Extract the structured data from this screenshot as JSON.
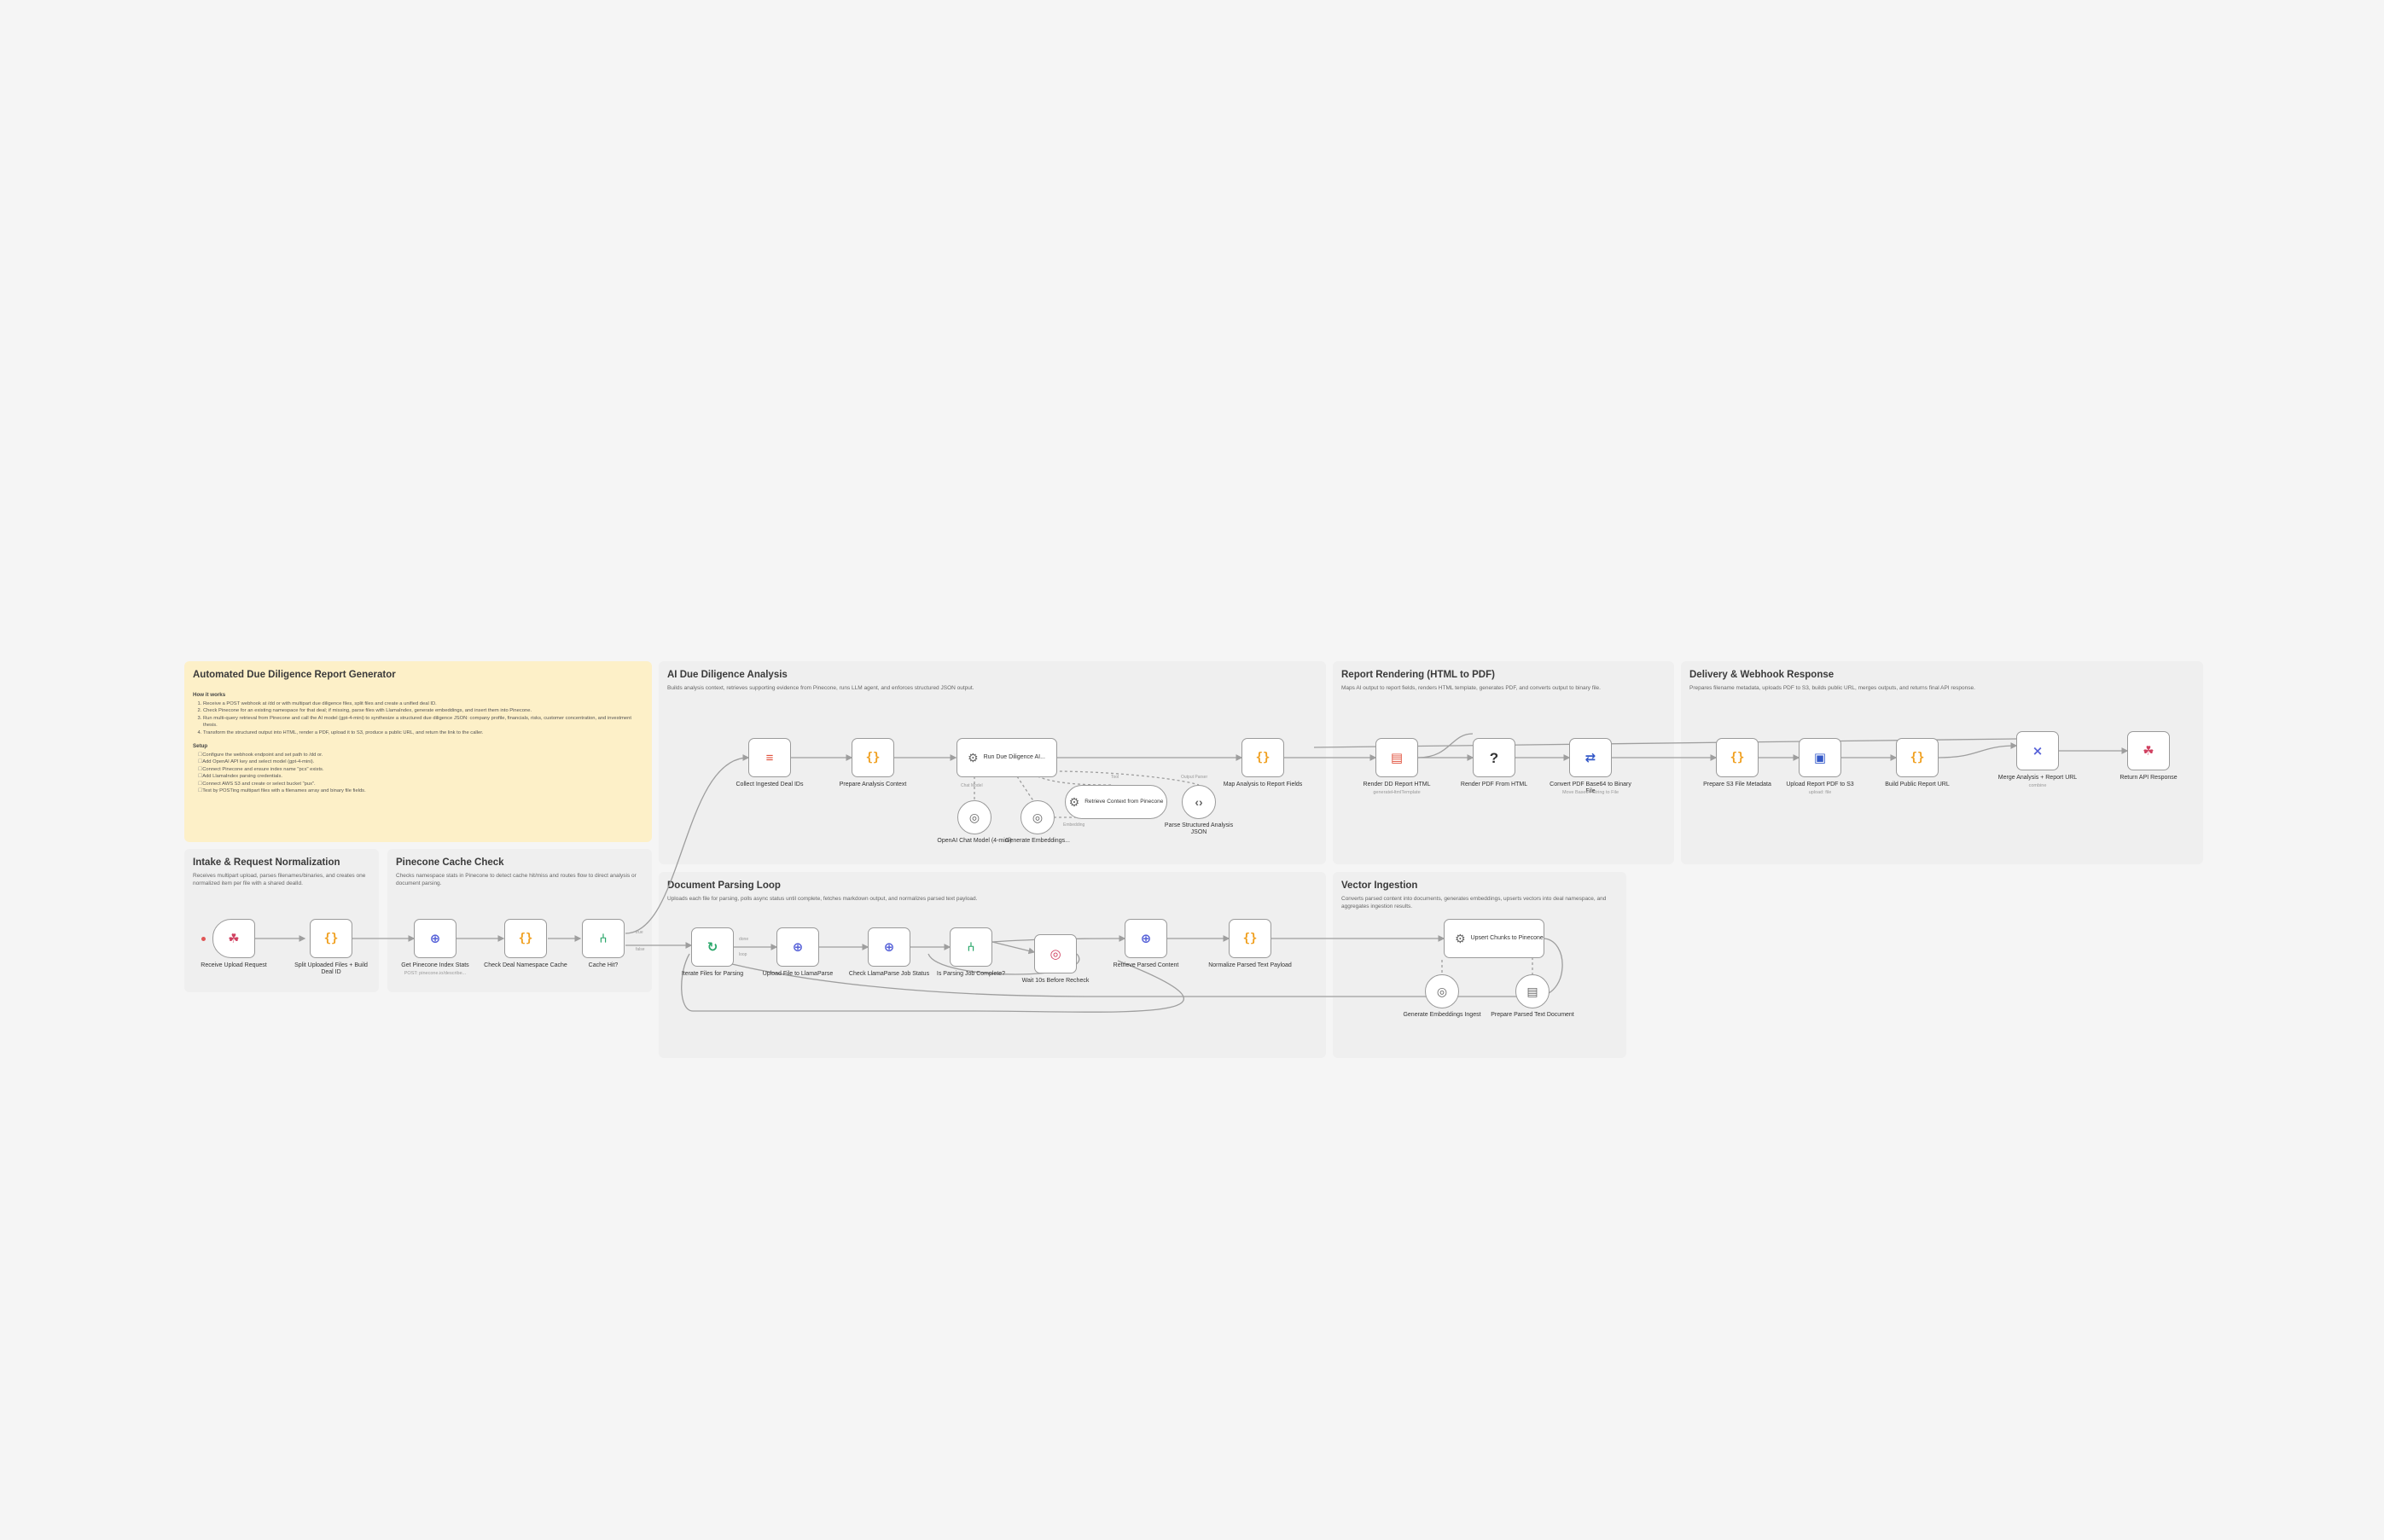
{
  "stickies": [
    {
      "id": "overview",
      "title": "Automated Due Diligence Report Generator",
      "color": "yellow",
      "how_title": "How it works",
      "how_steps": [
        "Receive a POST webhook at /dd or with multipart due diligence files, split files and create a unified deal ID.",
        "Check Pinecone for an existing namespace for that deal; if missing, parse files with LlamaIndex, generate embeddings, and insert them into Pinecone.",
        "Run multi-query retrieval from Pinecone and call the AI model (gpt-4-mini) to synthesize a structured due diligence JSON: company profile, financials, risks, customer concentration, and investment thesis.",
        "Transform the structured output into HTML, render a PDF, upload it to S3, produce a public URL, and return the link to the caller."
      ],
      "setup_title": "Setup",
      "setup_items": [
        "Configure the webhook endpoint and set path to /dd or.",
        "Add OpenAI API key and select model (gpt-4-mini).",
        "Connect Pinecone and ensure index name \"pcs\" exists.",
        "Add LlamaIndex parsing credentials.",
        "Connect AWS S3 and create or select bucket \"pux\".",
        "Test by POSTing multipart files with a filenames array and binary file fields."
      ]
    },
    {
      "id": "intake",
      "title": "Intake & Request Normalization",
      "desc": "Receives multipart upload, parses filenames/binaries, and creates one normalized item per file with a shared dealId."
    },
    {
      "id": "cache",
      "title": "Pinecone Cache Check",
      "desc": "Checks namespace stats in Pinecone to detect cache hit/miss and routes flow to direct analysis or document parsing."
    },
    {
      "id": "ai",
      "title": "AI Due Diligence Analysis",
      "desc": "Builds analysis context, retrieves supporting evidence from Pinecone, runs LLM agent, and enforces structured JSON output."
    },
    {
      "id": "render",
      "title": "Report Rendering (HTML to PDF)",
      "desc": "Maps AI output to report fields, renders HTML template, generates PDF, and converts output to binary file."
    },
    {
      "id": "delivery",
      "title": "Delivery & Webhook Response",
      "desc": "Prepares filename metadata, uploads PDF to S3, builds public URL, merges outputs, and returns final API response."
    },
    {
      "id": "parsing",
      "title": "Document Parsing Loop",
      "desc": "Uploads each file for parsing, polls async status until complete, fetches markdown output, and normalizes parsed text payload."
    },
    {
      "id": "vector",
      "title": "Vector Ingestion",
      "desc": "Converts parsed content into documents, generates embeddings, upserts vectors into deal namespace, and aggregates ingestion results."
    }
  ],
  "nodes": [
    {
      "id": "receive",
      "label": "Receive Upload Request",
      "icon": "webhook-icon",
      "glyph": "☘",
      "tone": "pink"
    },
    {
      "id": "split",
      "label": "Split Uploaded Files + Build Deal ID",
      "icon": "code-icon",
      "glyph": "{}",
      "tone": "code"
    },
    {
      "id": "getstats",
      "label": "Get Pinecone Index Stats",
      "sub": "POST: pinecone.io/describe...",
      "icon": "globe-icon",
      "glyph": "⊕",
      "tone": "globe"
    },
    {
      "id": "checkns",
      "label": "Check Deal Namespace Cache",
      "icon": "code-icon",
      "glyph": "{}",
      "tone": "code"
    },
    {
      "id": "cachehit",
      "label": "Cache Hit?",
      "icon": "if-icon",
      "glyph": "⑃",
      "tone": "green"
    },
    {
      "id": "collect",
      "label": "Collect Ingested Deal IDs",
      "icon": "aggregate-icon",
      "glyph": "≡",
      "tone": "red"
    },
    {
      "id": "prepctx",
      "label": "Prepare Analysis Context",
      "icon": "code-icon",
      "glyph": "{}",
      "tone": "code"
    },
    {
      "id": "agent",
      "label": "Run Due Diligence AI...",
      "icon": "robot-icon",
      "glyph": "⚙",
      "tone": "grey"
    },
    {
      "id": "mapfields",
      "label": "Map Analysis to Report Fields",
      "icon": "code-icon",
      "glyph": "{}",
      "tone": "code"
    },
    {
      "id": "renderhtml",
      "label": "Render DD Report HTML",
      "sub": "generateHtmlTemplate",
      "icon": "html-icon",
      "glyph": "▤",
      "tone": "red"
    },
    {
      "id": "renderpdf",
      "label": "Render PDF From HTML",
      "icon": "question-icon",
      "glyph": "?",
      "tone": "q"
    },
    {
      "id": "convert",
      "label": "Convert PDF Base64 to Binary File",
      "sub": "Move Base64 String to File",
      "icon": "convert-icon",
      "glyph": "⇄",
      "tone": "blue"
    },
    {
      "id": "prepmeta",
      "label": "Prepare S3 File Metadata",
      "icon": "code-icon",
      "glyph": "{}",
      "tone": "code"
    },
    {
      "id": "upload",
      "label": "Upload Report PDF to S3",
      "sub": "upload: file",
      "icon": "s3-icon",
      "glyph": "▣",
      "tone": "blue"
    },
    {
      "id": "buildurl",
      "label": "Build Public Report URL",
      "icon": "code-icon",
      "glyph": "{}",
      "tone": "code"
    },
    {
      "id": "merge",
      "label": "Merge Analysis + Report URL",
      "sub": "combine",
      "icon": "merge-icon",
      "glyph": "⨯",
      "tone": "globe"
    },
    {
      "id": "respond",
      "label": "Return API Response",
      "icon": "webhook-icon",
      "glyph": "☘",
      "tone": "pink"
    },
    {
      "id": "iterate",
      "label": "Iterate Files for Parsing",
      "icon": "loop-icon",
      "glyph": "↻",
      "tone": "green"
    },
    {
      "id": "uploadlp",
      "label": "Upload File to LlamaParse",
      "icon": "globe-icon",
      "glyph": "⊕",
      "tone": "globe"
    },
    {
      "id": "checklp",
      "label": "Check LlamaParse Job Status",
      "icon": "globe-icon",
      "glyph": "⊕",
      "tone": "globe"
    },
    {
      "id": "ispcomplete",
      "label": "Is Parsing Job Complete?",
      "icon": "if-icon",
      "glyph": "⑃",
      "tone": "green"
    },
    {
      "id": "wait",
      "label": "Wait 10s Before Recheck",
      "icon": "wait-icon",
      "glyph": "◎",
      "tone": "pink"
    },
    {
      "id": "retrieve",
      "label": "Retrieve Parsed Content",
      "icon": "globe-icon",
      "glyph": "⊕",
      "tone": "globe"
    },
    {
      "id": "normalize",
      "label": "Normalize Parsed Text Payload",
      "icon": "code-icon",
      "glyph": "{}",
      "tone": "code"
    },
    {
      "id": "upsert",
      "label": "Upsert Chunks to Pinecone",
      "icon": "pinecone-icon",
      "glyph": "⚙",
      "tone": "grey"
    }
  ],
  "sub_nodes": [
    {
      "id": "openai",
      "label": "OpenAI Chat Model (4-mini)",
      "icon": "openai-icon",
      "glyph": "◎"
    },
    {
      "id": "embed1",
      "label": "Generate Embeddings...",
      "icon": "openai-icon",
      "glyph": "◎"
    },
    {
      "id": "parser",
      "label": "Parse Structured Analysis JSON",
      "icon": "parser-icon",
      "glyph": "‹›"
    },
    {
      "id": "embed2",
      "label": "Generate Embeddings Ingest",
      "icon": "openai-icon",
      "glyph": "◎"
    },
    {
      "id": "prepdoc",
      "label": "Prepare Parsed Text Document",
      "icon": "document-icon",
      "glyph": "▤"
    }
  ],
  "tool_nodes": [
    {
      "id": "retrievetool",
      "label": "Retrieve Context from Pinecone",
      "icon": "pinecone-icon",
      "glyph": "⚙"
    }
  ],
  "edge_labels": {
    "tool": "Tool",
    "output_parser": "Output Parser",
    "chat_model": "Chat Model",
    "embedding": "Embedding",
    "true": "true",
    "false": "false",
    "done": "done",
    "loop": "loop"
  },
  "colors": {
    "canvas": "#f5f5f5",
    "sticky_default": "#efefef",
    "sticky_yellow": "#fdf0c8",
    "node_border": "#9a9a9a",
    "edge": "#9e9e9e",
    "code_icon": "#f0a020",
    "http_icon": "#5560d8",
    "trigger_icon": "#d04060",
    "if_icon": "#2aa76a"
  }
}
